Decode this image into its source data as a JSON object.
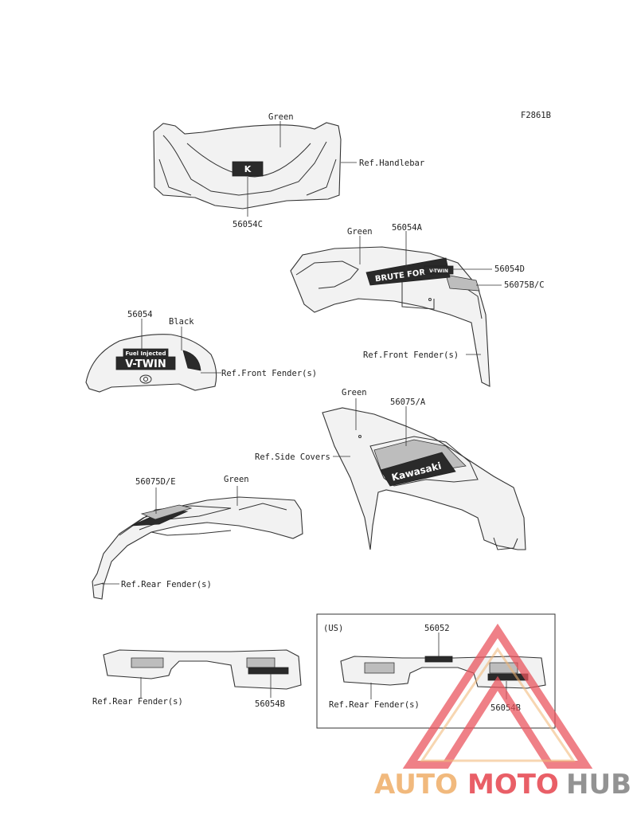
{
  "figure_code": "F2861B",
  "labels": {
    "green_top": "Green",
    "ref_handlebar": "Ref.Handlebar",
    "p56054C": "56054C",
    "green_front": "Green",
    "p56054A": "56054A",
    "p56054D": "56054D",
    "p56075BC": "56075B/C",
    "ref_front_fender_right": "Ref.Front Fender(s)",
    "p56054": "56054",
    "black": "Black",
    "ref_front_fender_left": "Ref.Front Fender(s)",
    "green_side": "Green",
    "p56075A": "56075/A",
    "ref_side_covers": "Ref.Side Covers",
    "p56075DE": "56075D/E",
    "green_rear": "Green",
    "ref_rear_fender_mid": "Ref.Rear Fender(s)",
    "ref_rear_fender_left": "Ref.Rear Fender(s)",
    "p56054B_left": "56054B",
    "us": "(US)",
    "p56052": "56052",
    "ref_rear_fender_us": "Ref.Rear Fender(s)",
    "p56054B_us": "56054B"
  },
  "decals": {
    "kawasaki_logo": "K",
    "brute_force": "BRUTE FORCE",
    "fuel_injected": "Fuel Injected",
    "vtwin": "V-TWIN",
    "kawasaki": "Kawasaki",
    "vtwin_small": "V-TWIN"
  },
  "watermark": {
    "auto": "AUTO",
    "moto": "MOTO",
    "hub": "HUB"
  },
  "colors": {
    "watermark_red": "#e8525b",
    "watermark_orange": "#f0b472",
    "watermark_gray": "#8a8a8a"
  }
}
